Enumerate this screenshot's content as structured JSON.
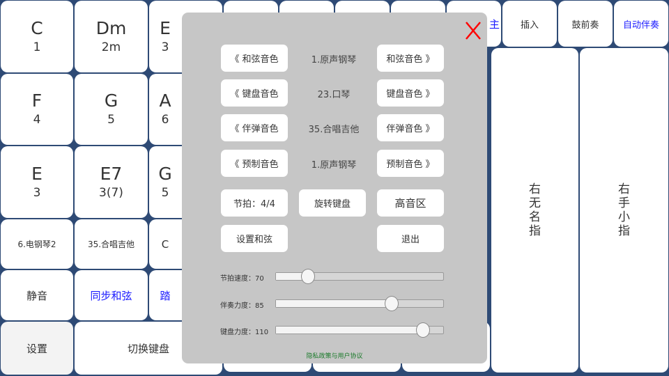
{
  "top_keys": [
    {
      "id": "a",
      "label": ""
    },
    {
      "id": "b",
      "label": ""
    },
    {
      "id": "c",
      "label": ""
    },
    {
      "id": "d",
      "label": ""
    },
    {
      "id": "e",
      "label": "主"
    },
    {
      "id": "insert",
      "label": "插入"
    },
    {
      "id": "drum",
      "label": "鼓前奏"
    },
    {
      "id": "auto",
      "label": "自动伴奏"
    }
  ],
  "chord_keys": [
    {
      "name": "C",
      "num": "1"
    },
    {
      "name": "Dm",
      "num": "2m"
    },
    {
      "name": "E",
      "num": "3"
    },
    {
      "name": "F",
      "num": "4"
    },
    {
      "name": "G",
      "num": "5"
    },
    {
      "name": "A",
      "num": "6"
    },
    {
      "name": "E",
      "num": "3"
    },
    {
      "name": "E7",
      "num": "3(7)"
    },
    {
      "name": "G",
      "num": "5"
    }
  ],
  "instrument_keys": [
    "6.电钢琴2",
    "35.合唱吉他",
    "C"
  ],
  "func_keys": {
    "mute": "静音",
    "sync": "同步和弦",
    "pedal": "踏"
  },
  "bottom_keys": {
    "settings": "设置",
    "switch": "切换键盘"
  },
  "finger_keys": {
    "ring": "右无名指",
    "pinky": "右手小指"
  },
  "modal": {
    "close_icon": "close-x-icon",
    "close_color": "#ff0000",
    "rows": [
      {
        "prev": "《 和弦音色",
        "value": "1.原声钢琴",
        "next": "和弦音色 》"
      },
      {
        "prev": "《 键盘音色",
        "value": "23.口琴",
        "next": "键盘音色 》"
      },
      {
        "prev": "《 伴弹音色",
        "value": "35.合唱吉他",
        "next": "伴弹音色 》"
      },
      {
        "prev": "《 预制音色",
        "value": "1.原声钢琴",
        "next": "预制音色 》"
      }
    ],
    "beat": "节拍：4/4",
    "rotate": "旋转键盘",
    "high": "高音区",
    "set_chord": "设置和弦",
    "exit": "退出",
    "sliders": [
      {
        "label": "节拍速度：70",
        "value": 70,
        "fraction": 0.19
      },
      {
        "label": "伴奏力度：85",
        "value": 85,
        "fraction": 0.69
      },
      {
        "label": "键盘力度：110",
        "value": 110,
        "fraction": 0.88
      }
    ],
    "privacy": "隐私政策与用户协议"
  }
}
